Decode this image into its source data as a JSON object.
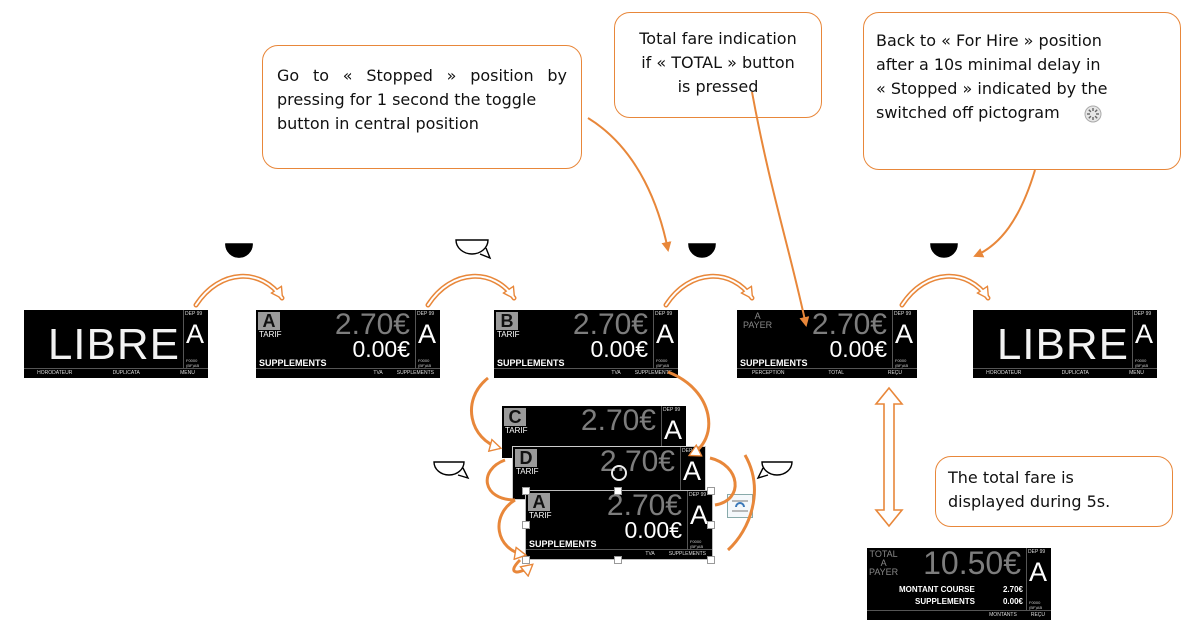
{
  "callouts": {
    "stopped": {
      "line1": "Go to « Stopped » position by",
      "line2": "pressing for 1 second the toggle",
      "line3": "button in central position"
    },
    "total": {
      "line1": "Total fare indication",
      "line2": "if « TOTAL » button",
      "line3": "is pressed"
    },
    "back": {
      "line1": "Back to « For Hire » position",
      "line2": "after a 10s minimal delay in",
      "line3": "« Stopped » indicated by the",
      "line4": "switched off pictogram"
    },
    "five": {
      "line1": "The total fare is",
      "line2": "displayed during 5s."
    }
  },
  "screens": {
    "libre": {
      "text": "LIBRE",
      "dep": "DEP 99",
      "letter": "A",
      "small1": "F0000",
      "small2": "(BF)AB",
      "bar1": "HORODATEUR",
      "bar2": "DUPLICATA",
      "bar3": "MENU"
    },
    "tarifA": {
      "box": "A",
      "tarif": "TARIF",
      "amount": "2.70€",
      "amount2": "0.00€",
      "supp": "SUPPLEMENTS",
      "bar1": "TVA",
      "bar2": "SUPPLEMENTS"
    },
    "tarifB": {
      "box": "B"
    },
    "tarifC": {
      "box": "C"
    },
    "tarifD": {
      "box": "D"
    },
    "payer": {
      "line1": "A",
      "line2": "PAYER",
      "amount": "2.70€",
      "amount2": "0.00€",
      "supp": "SUPPLEMENTS",
      "bar1": "PERCEPTION",
      "bar2": "TOTAL",
      "bar3": "REÇU"
    },
    "total": {
      "line1": "TOTAL",
      "line2": "A",
      "line3": "PAYER",
      "amount": "10.50€",
      "row1_label": "MONTANT COURSE",
      "row1_value": "2.70€",
      "row2_label": "SUPPLEMENTS",
      "row2_value": "0.00€",
      "bar1": "MONTANTS",
      "bar2": "REÇU"
    }
  },
  "colors": {
    "accent": "#E8873A",
    "screen": "#000000",
    "dim": "#7d7d7d"
  },
  "icons": [
    "button-pressed-icon",
    "button-rotate-icon",
    "switched-off-pictogram-icon",
    "text-wrap-icon"
  ]
}
